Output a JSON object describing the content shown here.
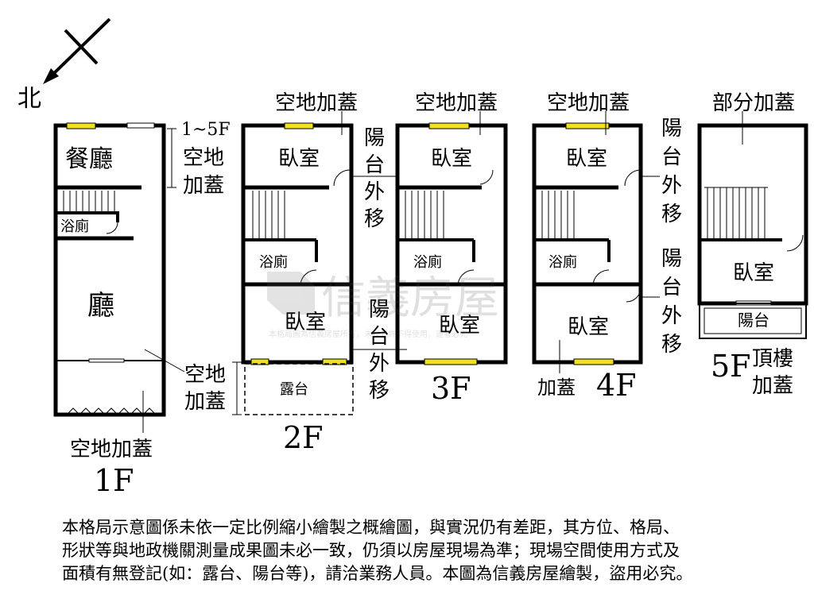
{
  "compass": {
    "north_label": "北"
  },
  "floor1": {
    "floor_label": "1F",
    "dining": "餐廳",
    "bath": "浴廁",
    "living": "廳",
    "note_top": [
      "1~5F",
      "空地",
      "加蓋"
    ],
    "note_side": [
      "空地",
      "加蓋"
    ],
    "note_bottom": "空地加蓋"
  },
  "floor2": {
    "floor_label": "2F",
    "top_note": "空地加蓋",
    "bedroom1": "臥室",
    "bath": "浴廁",
    "bedroom2": "臥室",
    "terrace": "露台",
    "side_note1": [
      "陽",
      "台",
      "外",
      "移"
    ],
    "side_note2": [
      "陽",
      "台",
      "外",
      "移"
    ]
  },
  "floor3": {
    "floor_label": "3F",
    "top_note": "空地加蓋",
    "bedroom1": "臥室",
    "bath": "浴廁",
    "bedroom2": "臥室"
  },
  "floor4": {
    "floor_label": "4F",
    "top_note": "空地加蓋",
    "bedroom1": "臥室",
    "bath": "浴廁",
    "bedroom2": "臥室",
    "bottom_note": "加蓋",
    "side_note1": [
      "陽",
      "台",
      "外",
      "移"
    ],
    "side_note2": [
      "陽",
      "台",
      "外",
      "移"
    ]
  },
  "floor5": {
    "floor_label": "5F",
    "top_note": "部分加蓋",
    "bedroom": "臥室",
    "balcony": "陽台",
    "roof_note": [
      "頂樓",
      "加蓋"
    ]
  },
  "watermark": {
    "brand": "信義房屋",
    "small": "本格局圖為信義房屋所有，未經允許不得使用，違者必究"
  },
  "disclaimer": [
    "本格局示意圖係未依一定比例縮小繪製之概繪圖，與實況仍有差距，其方位、格局、",
    "形狀等與地政機關測量成果圖未必一致，仍須以房屋現場為準；現場空間使用方式及",
    "面積有無登記(如：露台、陽台等)，請洽業務人員。本圖為信義房屋繪製，盜用必究。"
  ]
}
